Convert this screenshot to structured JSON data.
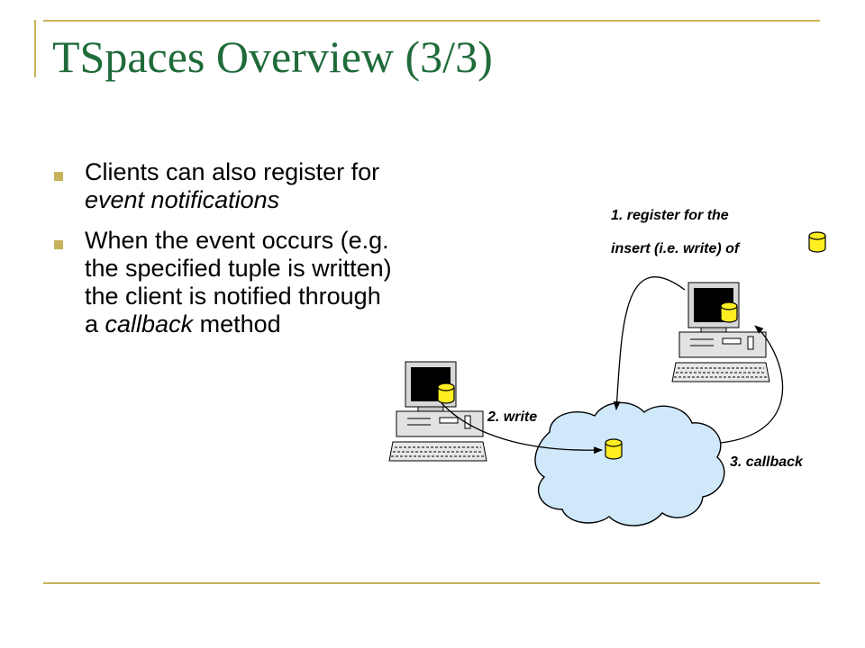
{
  "slide": {
    "title": "TSpaces Overview (3/3)",
    "bullets": [
      {
        "parts": [
          "Clients can also register for ",
          "event notifications",
          "",
          ""
        ]
      },
      {
        "parts": [
          "When the event occurs (e.g. the specified tuple is written) the client is notified through a ",
          "callback",
          " method",
          ""
        ]
      }
    ]
  },
  "diagram": {
    "labels": {
      "register_line1": "1. register for the",
      "register_line2": "insert (i.e. write) of",
      "write": "2. write",
      "callback": "3. callback"
    },
    "colors": {
      "tuple": "#ffee22",
      "cloud": "#cfe8fa",
      "screen": "#000000",
      "accent_rule": "#c8b35a",
      "title": "#1f6b3a"
    }
  }
}
